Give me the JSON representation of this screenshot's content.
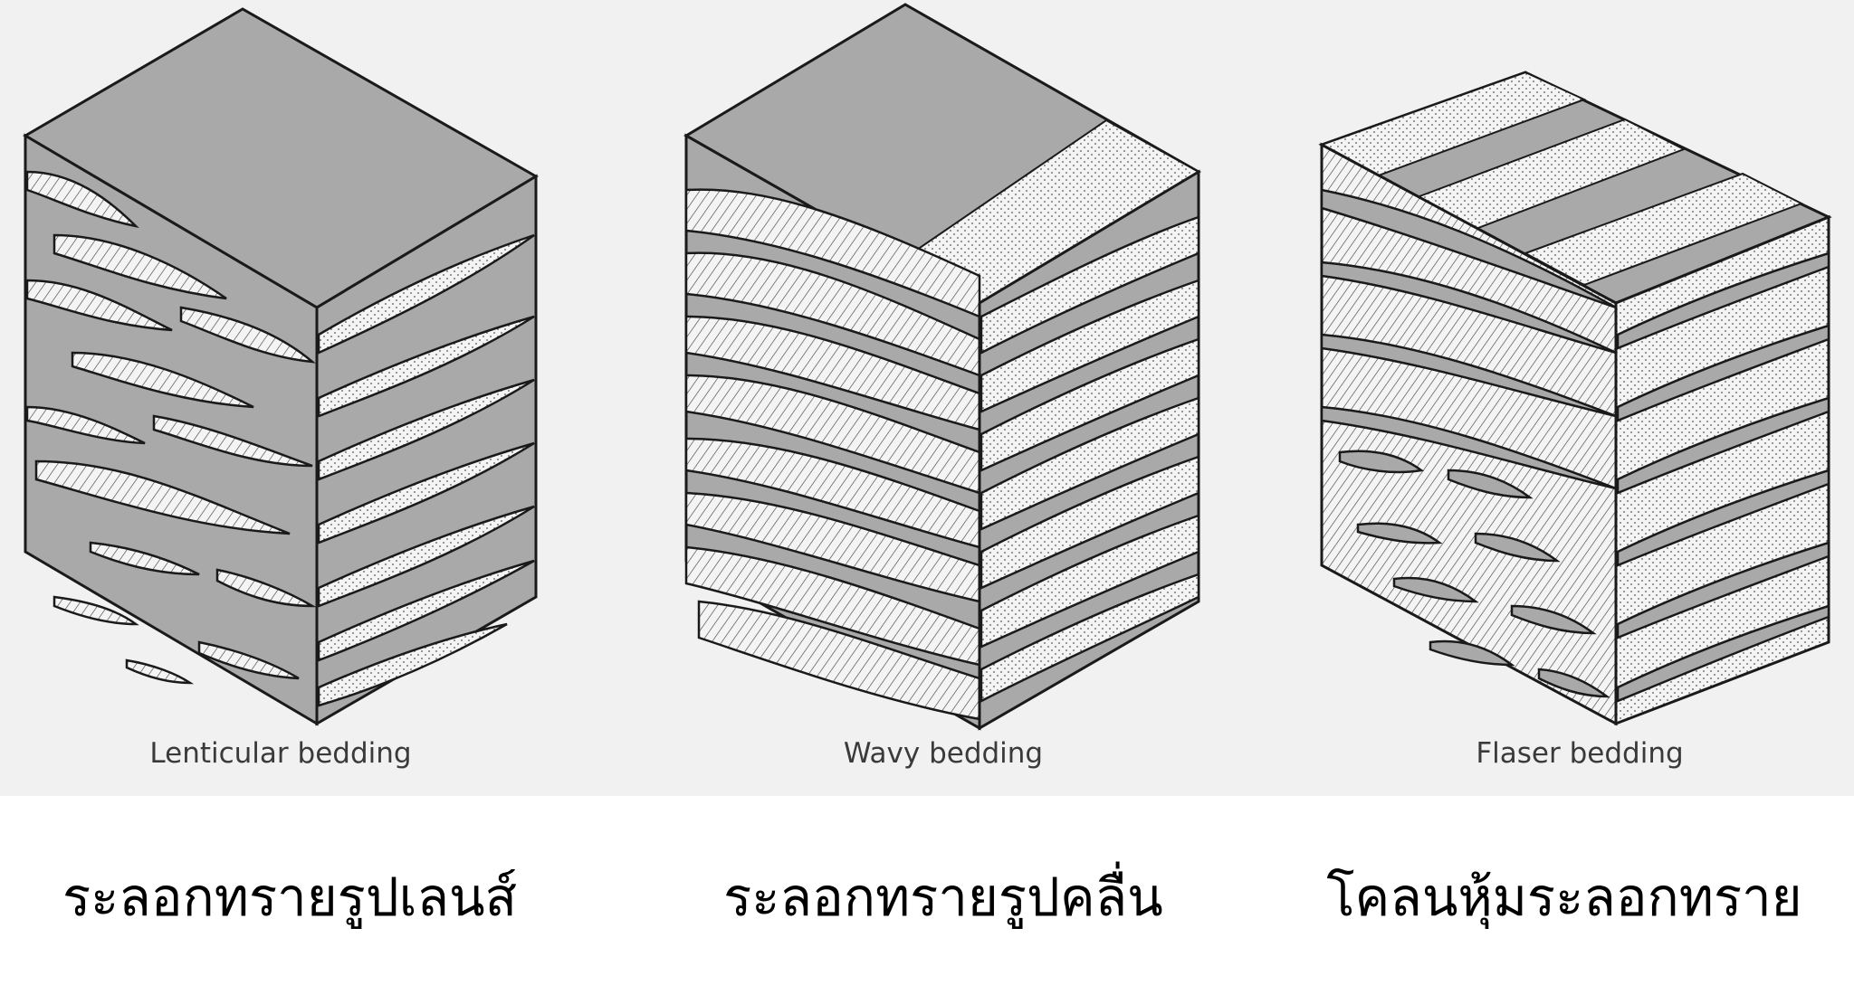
{
  "blocks": [
    {
      "id": "lenticular",
      "english_caption": "Lenticular bedding",
      "thai_caption": "ระลอกทรายรูปเลนส์"
    },
    {
      "id": "wavy",
      "english_caption": "Wavy bedding",
      "thai_caption": "ระลอกทรายรูปคลื่น"
    },
    {
      "id": "flaser",
      "english_caption": "Flaser bedding",
      "thai_caption": "โคลนหุ้มระลอกทราย"
    }
  ],
  "colors": {
    "mud": "#a9a9a9",
    "sand": "#f4f4f4",
    "line": "#1a1a1a",
    "panel": "#f1f1f1",
    "page": "#ffffff"
  }
}
